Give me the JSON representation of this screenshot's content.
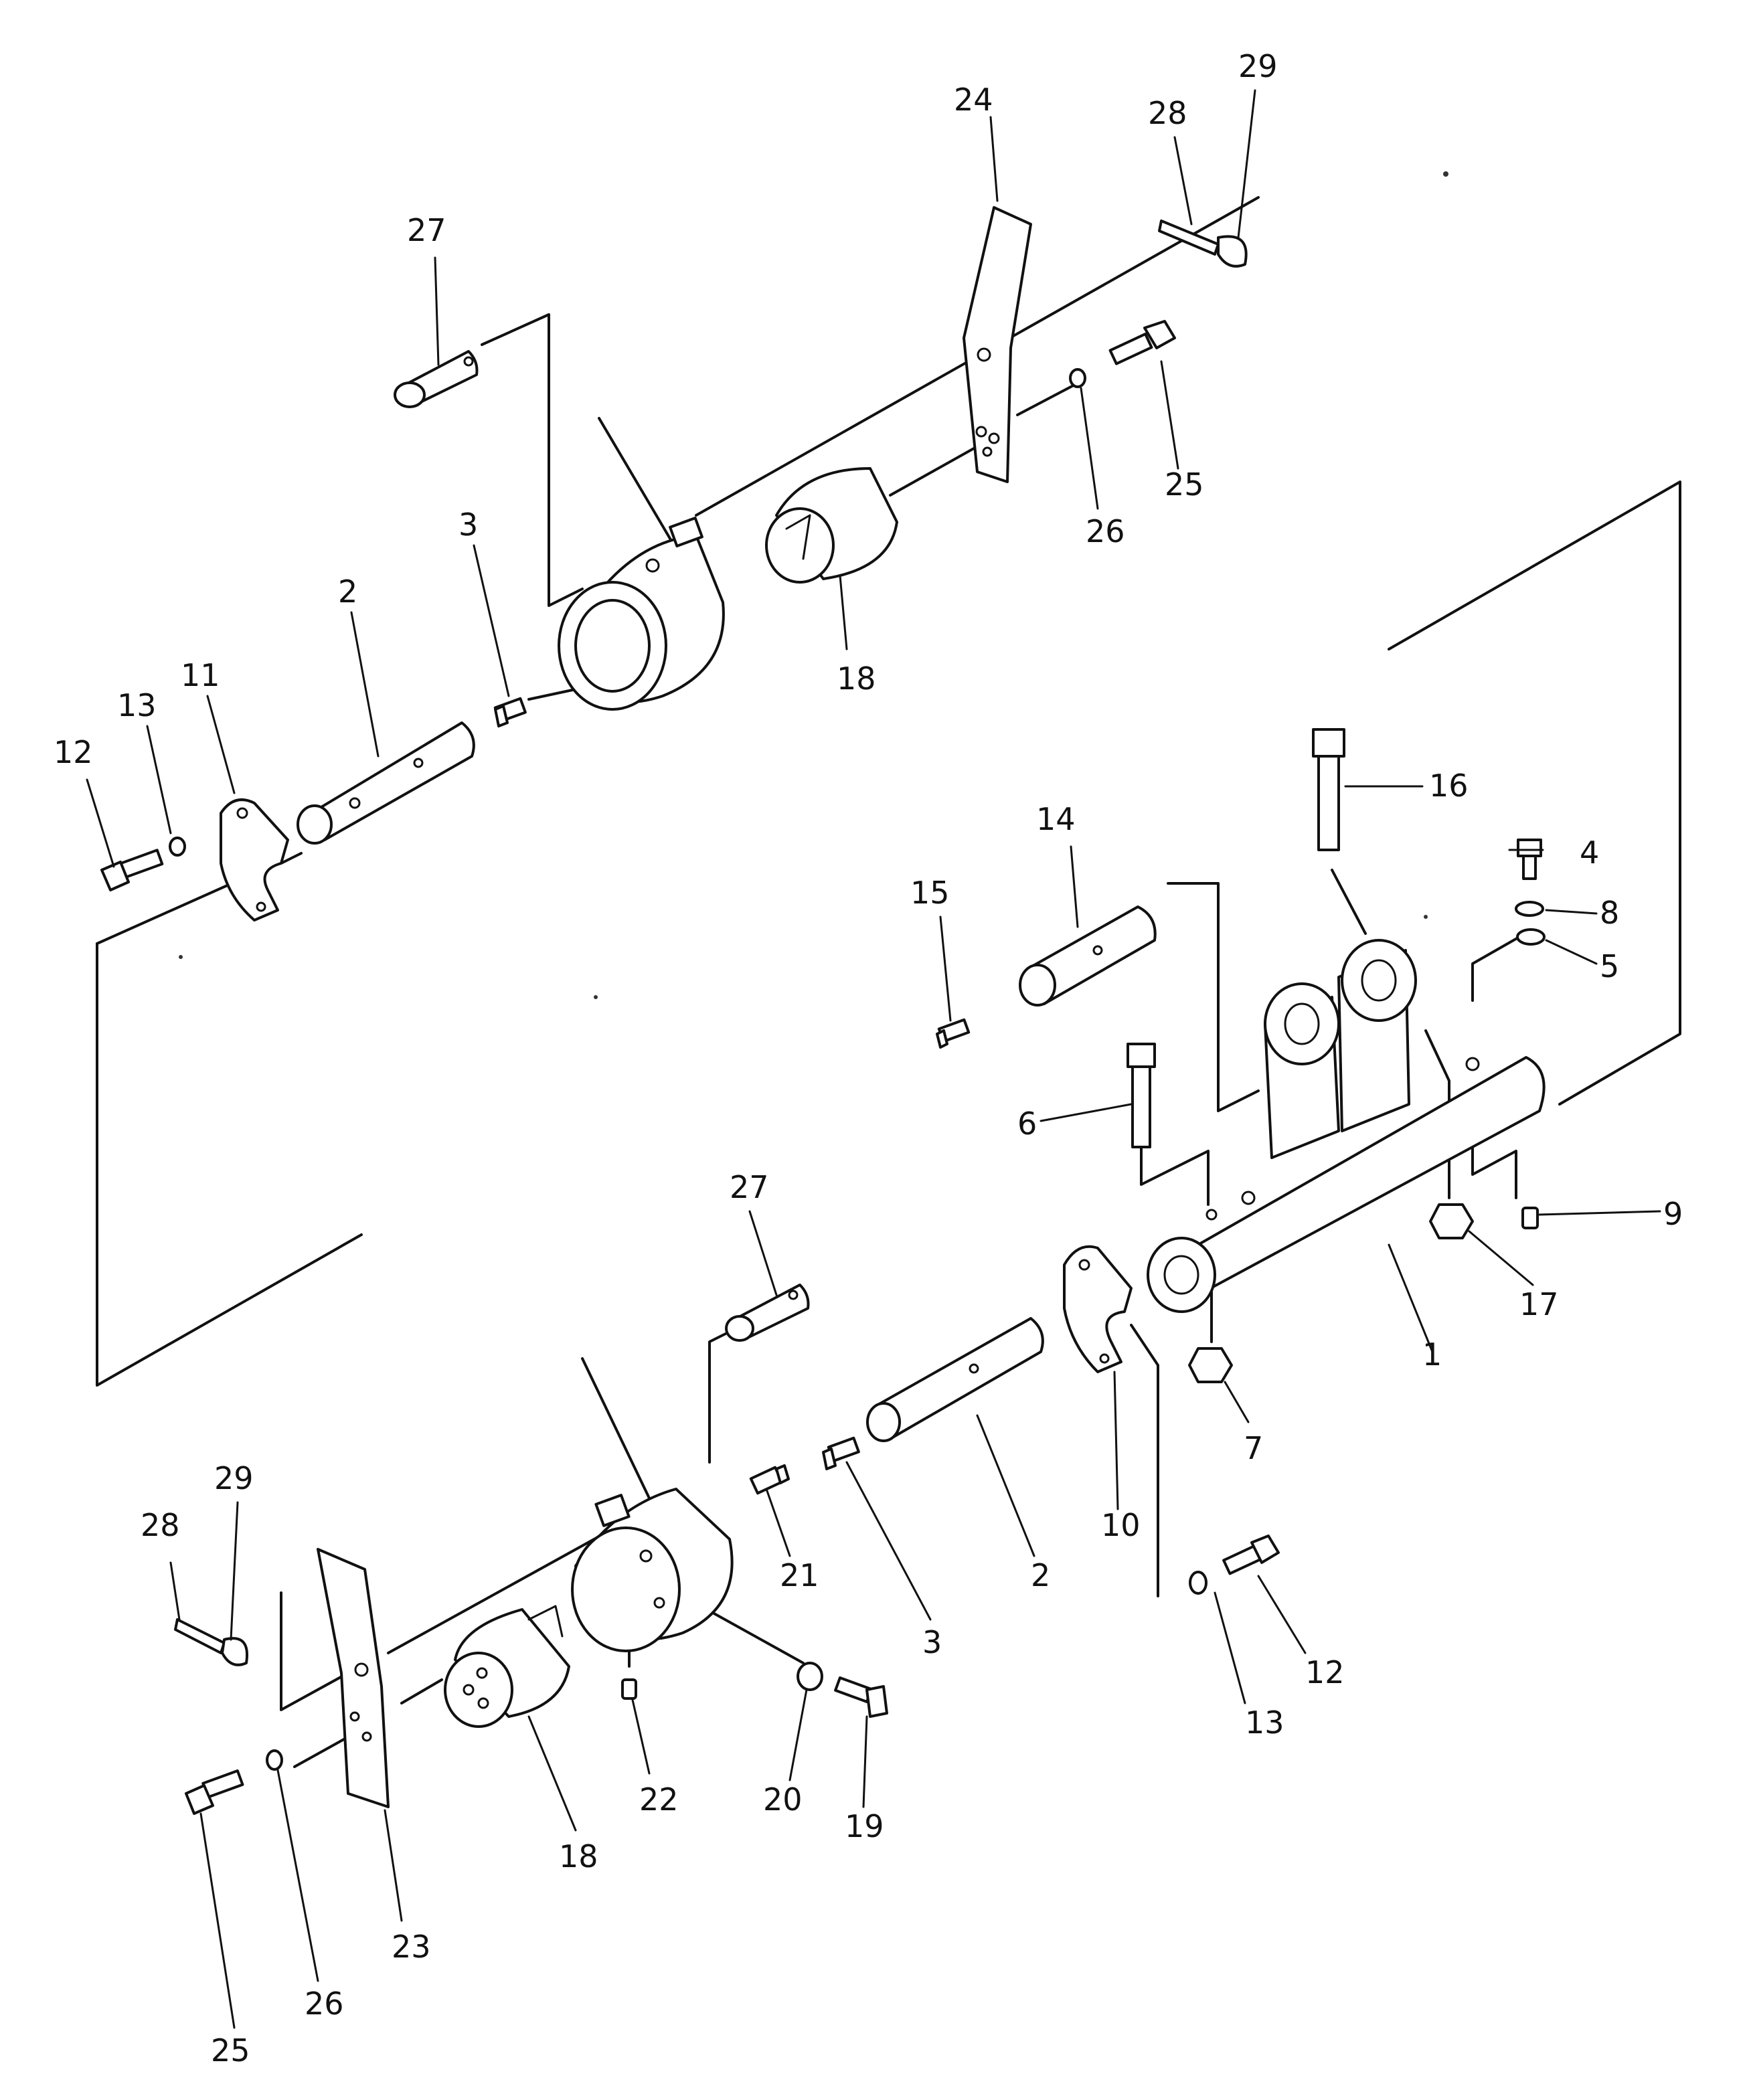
{
  "diagram": {
    "callouts": {
      "1": "1",
      "2": "2",
      "3": "3",
      "4": "4",
      "5": "5",
      "6": "6",
      "7": "7",
      "8": "8",
      "9": "9",
      "10": "10",
      "11": "11",
      "12": "12",
      "13": "13",
      "14": "14",
      "15": "15",
      "16": "16",
      "17": "17",
      "18": "18",
      "19": "19",
      "20": "20",
      "21": "21",
      "22": "22",
      "23": "23",
      "24": "24",
      "25": "25",
      "26": "26",
      "27": "27",
      "28": "28",
      "29": "29"
    },
    "colors": {
      "ink": "#111111",
      "paper": "#ffffff"
    }
  }
}
